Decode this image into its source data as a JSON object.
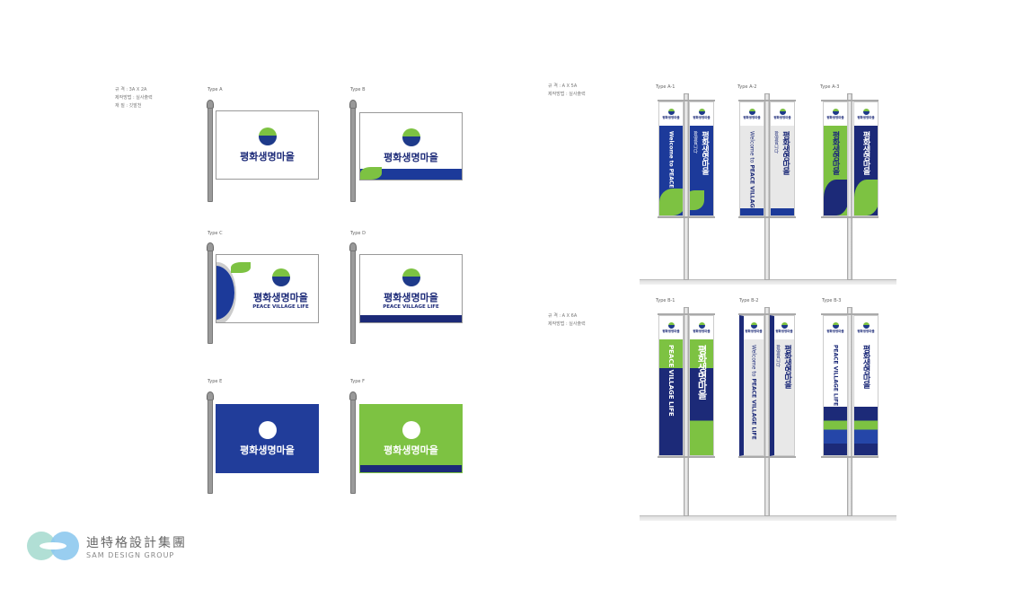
{
  "flags_spec": {
    "size": "규    격 : 3A X 2A",
    "method": "제작방법 : 실사출력",
    "material": "재    질 : 깃발천"
  },
  "banner_a_spec": {
    "size": "규    격 : A X 5A",
    "method": "제작방법 : 실사출력"
  },
  "banner_b_spec": {
    "size": "규    격 : A X 6A",
    "method": "제작방법 : 실사출력"
  },
  "brand": {
    "name": "평화생명마을",
    "tagline": "PEACE VILLAGE LIFE",
    "welcome_en": "Welcome to",
    "welcome_ko": "환영합니다"
  },
  "flag_types": [
    "Type A",
    "Type B",
    "Type C",
    "Type D",
    "Type E",
    "Type F"
  ],
  "banner_types": [
    "Type A-1",
    "Type A-2",
    "Type A-3",
    "Type B-1",
    "Type B-2",
    "Type B-3"
  ],
  "company": {
    "name_cn": "迪特格設計集團",
    "name_en": "SAM DESIGN GROUP"
  },
  "colors": {
    "blue": "#1c3a9a",
    "navy": "#1c2a78",
    "green": "#7dc242"
  }
}
